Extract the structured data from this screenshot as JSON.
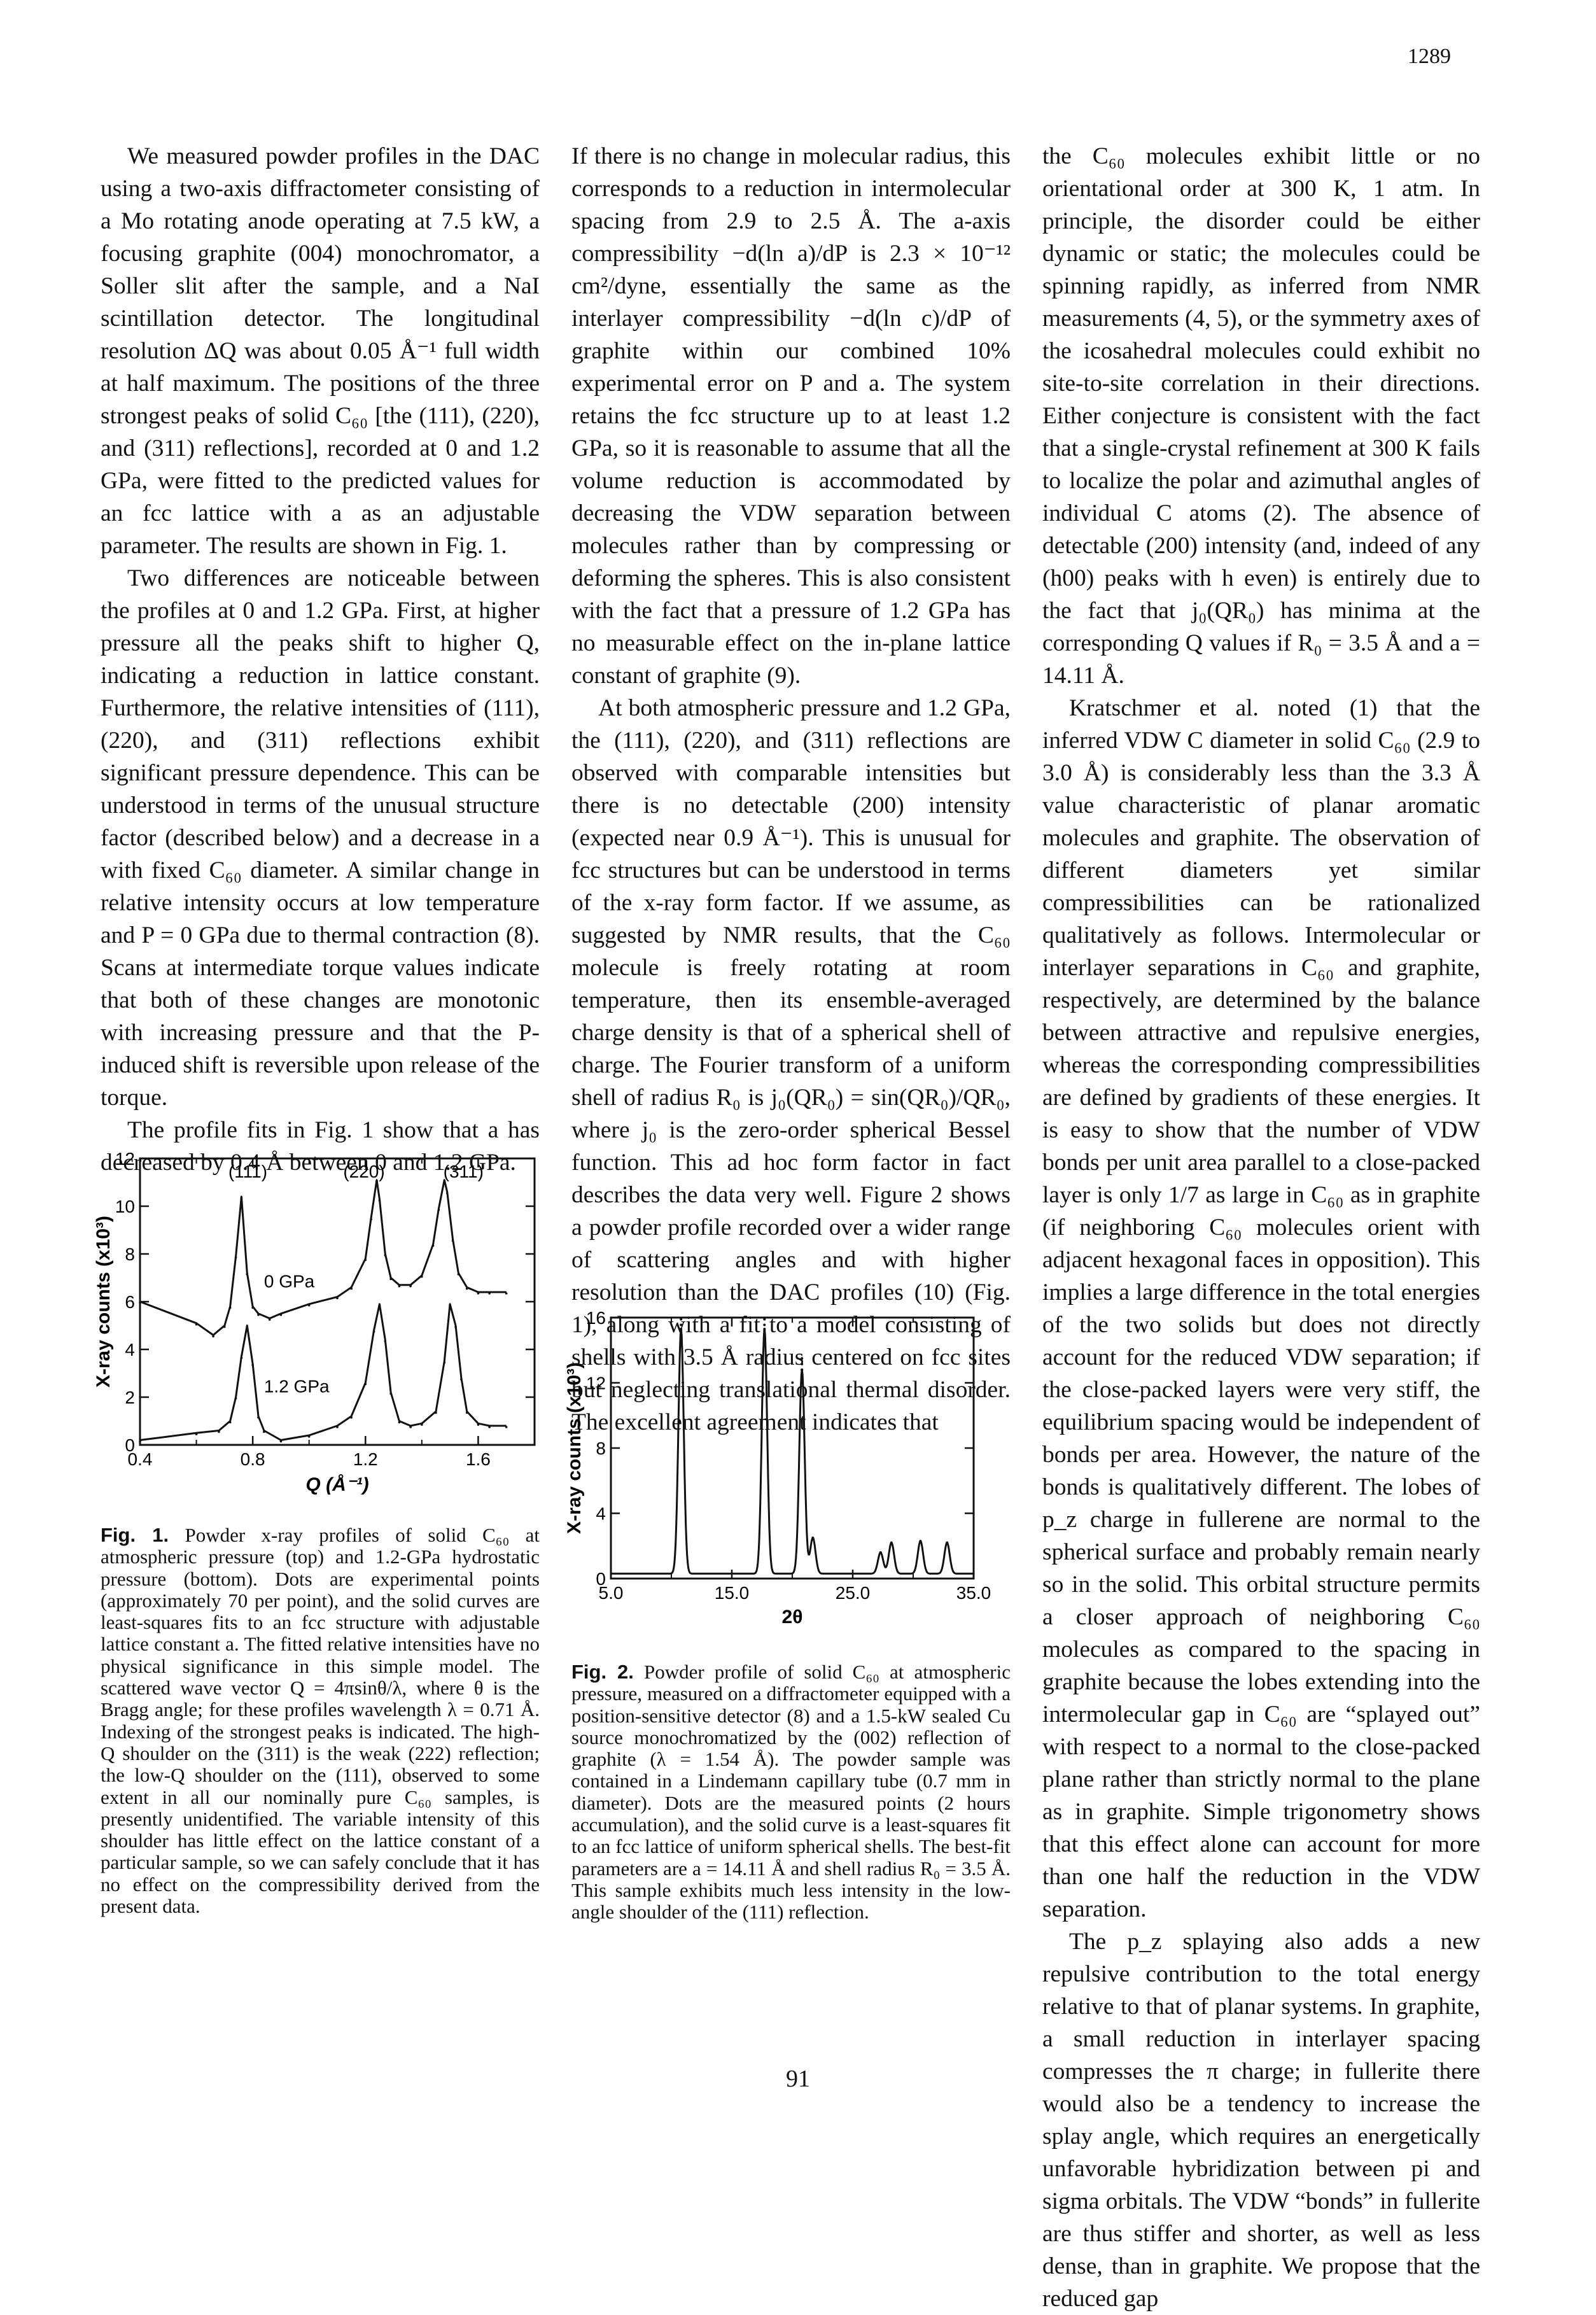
{
  "page_number_top": "1289",
  "page_number_bottom": "91",
  "col1": {
    "paragraphs": [
      "We measured powder profiles in the DAC using a two-axis diffractometer consisting of a Mo rotating anode operating at 7.5 kW, a focusing graphite (004) monochromator, a Soller slit after the sample, and a NaI scintillation detector. The longitudinal resolution ΔQ was about 0.05 Å⁻¹ full width at half maximum. The positions of the three strongest peaks of solid C₆₀ [the (111), (220), and (311) reflections], recorded at 0 and 1.2 GPa, were fitted to the predicted values for an fcc lattice with a as an adjustable parameter. The results are shown in Fig. 1.",
      "Two differences are noticeable between the profiles at 0 and 1.2 GPa. First, at higher pressure all the peaks shift to higher Q, indicating a reduction in lattice constant. Furthermore, the relative intensities of (111), (220), and (311) reflections exhibit significant pressure dependence. This can be understood in terms of the unusual structure factor (described below) and a decrease in a with fixed C₆₀ diameter. A similar change in relative intensity occurs at low temperature and P = 0 GPa due to thermal contraction (8). Scans at intermediate torque values indicate that both of these changes are monotonic with increasing pressure and that the P-induced shift is reversible upon release of the torque.",
      "The profile fits in Fig. 1 show that a has decreased by 0.4 Å between 0 and 1.2 GPa."
    ]
  },
  "col2": {
    "paragraphs": [
      "If there is no change in molecular radius, this corresponds to a reduction in intermolecular spacing from 2.9 to 2.5 Å. The a-axis compressibility −d(ln a)/dP is 2.3 × 10⁻¹² cm²/dyne, essentially the same as the interlayer compressibility −d(ln c)/dP of graphite within our combined 10% experimental error on P and a. The system retains the fcc structure up to at least 1.2 GPa, so it is reasonable to assume that all the volume reduction is accommodated by decreasing the VDW separation between molecules rather than by compressing or deforming the spheres. This is also consistent with the fact that a pressure of 1.2 GPa has no measurable effect on the in-plane lattice constant of graphite (9).",
      "At both atmospheric pressure and 1.2 GPa, the (111), (220), and (311) reflections are observed with comparable intensities but there is no detectable (200) intensity (expected near 0.9 Å⁻¹). This is unusual for fcc structures but can be understood in terms of the x-ray form factor. If we assume, as suggested by NMR results, that the C₆₀ molecule is freely rotating at room temperature, then its ensemble-averaged charge density is that of a spherical shell of charge. The Fourier transform of a uniform shell of radius R₀ is j₀(QR₀) = sin(QR₀)/QR₀, where j₀ is the zero-order spherical Bessel function. This ad hoc form factor in fact describes the data very well. Figure 2 shows a powder profile recorded over a wider range of scattering angles and with higher resolution than the DAC profiles (10) (Fig. 1), along with a fit to a model consisting of shells with 3.5 Å radius centered on fcc sites but neglecting translational thermal disorder. The excellent agreement indicates that"
    ]
  },
  "col3": {
    "paragraphs": [
      "the C₆₀ molecules exhibit little or no orientational order at 300 K, 1 atm. In principle, the disorder could be either dynamic or static; the molecules could be spinning rapidly, as inferred from NMR measurements (4, 5), or the symmetry axes of the icosahedral molecules could exhibit no site-to-site correlation in their directions. Either conjecture is consistent with the fact that a single-crystal refinement at 300 K fails to localize the polar and azimuthal angles of individual C atoms (2). The absence of detectable (200) intensity (and, indeed of any (h00) peaks with h even) is entirely due to the fact that j₀(QR₀) has minima at the corresponding Q values if R₀ = 3.5 Å and a = 14.11 Å.",
      "Kratschmer et al. noted (1) that the inferred VDW C diameter in solid C₆₀ (2.9 to 3.0 Å) is considerably less than the 3.3 Å value characteristic of planar aromatic molecules and graphite. The observation of different diameters yet similar compressibilities can be rationalized qualitatively as follows. Intermolecular or interlayer separations in C₆₀ and graphite, respectively, are determined by the balance between attractive and repulsive energies, whereas the corresponding compressibilities are defined by gradients of these energies. It is easy to show that the number of VDW bonds per unit area parallel to a close-packed layer is only 1/7 as large in C₆₀ as in graphite (if neighboring C₆₀ molecules orient with adjacent hexagonal faces in opposition). This implies a large difference in the total energies of the two solids but does not directly account for the reduced VDW separation; if the close-packed layers were very stiff, the equilibrium spacing would be independent of bonds per area. However, the nature of the bonds is qualitatively different. The lobes of p_z charge in fullerene are normal to the spherical surface and probably remain nearly so in the solid. This orbital structure permits a closer approach of neighboring C₆₀ molecules as compared to the spacing in graphite because the lobes extending into the intermolecular gap in C₆₀ are “splayed out” with respect to a normal to the close-packed plane rather than strictly normal to the plane as in graphite. Simple trigonometry shows that this effect alone can account for more than one half the reduction in the VDW separation.",
      "The p_z splaying also adds a new repulsive contribution to the total energy relative to that of planar systems. In graphite, a small reduction in interlayer spacing compresses the π charge; in fullerite there would also be a tendency to increase the splay angle, which requires an energetically unfavorable hybridization between pi and sigma orbitals. The VDW “bonds” in fullerite are thus stiffer and shorter, as well as less dense, than in graphite. We propose that the reduced gap"
    ]
  },
  "fig1": {
    "label": "Fig. 1.",
    "caption": " Powder x-ray profiles of solid C₆₀ at atmospheric pressure (top) and 1.2-GPa hydrostatic pressure (bottom). Dots are experimental points (approximately 70 per point), and the solid curves are least-squares fits to an fcc structure with adjustable lattice constant a. The fitted relative intensities have no physical significance in this simple model. The scattered wave vector Q = 4πsinθ/λ, where θ is the Bragg angle; for these profiles wavelength λ = 0.71 Å. Indexing of the strongest peaks is indicated. The high-Q shoulder on the (311) is the weak (222) reflection; the low-Q shoulder on the (111), observed to some extent in all our nominally pure C₆₀ samples, is presently unidentified. The variable intensity of this shoulder has little effect on the lattice constant of a particular sample, so we can safely conclude that it has no effect on the compressibility derived from the present data.",
    "chart_data": {
      "type": "line",
      "xlabel": "Q (Å⁻¹)",
      "ylabel": "X-ray counts (x10³)",
      "xlim": [
        0.4,
        1.8
      ],
      "ylim": [
        0,
        12
      ],
      "xticks": [
        "0.4",
        "0.8",
        "1.2",
        "1.6"
      ],
      "yticks": [
        "0",
        "2",
        "4",
        "6",
        "8",
        "10",
        "12"
      ],
      "peak_labels": [
        "(111)",
        "(220)",
        "(311)"
      ],
      "series": [
        {
          "name": "0 GPa",
          "x": [
            0.4,
            0.6,
            0.66,
            0.7,
            0.72,
            0.74,
            0.76,
            0.78,
            0.8,
            0.82,
            0.86,
            0.9,
            1.0,
            1.1,
            1.15,
            1.2,
            1.22,
            1.24,
            1.25,
            1.27,
            1.29,
            1.32,
            1.36,
            1.4,
            1.44,
            1.46,
            1.48,
            1.49,
            1.51,
            1.53,
            1.56,
            1.6,
            1.64,
            1.7
          ],
          "values": [
            6.0,
            5.1,
            4.6,
            5.0,
            5.8,
            7.9,
            10.4,
            7.2,
            5.8,
            5.5,
            5.3,
            5.5,
            5.9,
            6.2,
            6.6,
            7.8,
            9.5,
            11.1,
            10.3,
            8.0,
            7.0,
            6.7,
            6.7,
            7.1,
            8.4,
            9.9,
            11.1,
            10.6,
            8.6,
            7.2,
            6.6,
            6.4,
            6.4,
            6.4
          ]
        },
        {
          "name": "1.2 GPa",
          "x": [
            0.4,
            0.6,
            0.68,
            0.72,
            0.74,
            0.76,
            0.78,
            0.8,
            0.82,
            0.84,
            0.9,
            1.0,
            1.1,
            1.15,
            1.2,
            1.23,
            1.25,
            1.27,
            1.29,
            1.32,
            1.36,
            1.4,
            1.45,
            1.48,
            1.5,
            1.52,
            1.54,
            1.56,
            1.6,
            1.64,
            1.7
          ],
          "values": [
            0.2,
            0.5,
            0.6,
            1.0,
            2.0,
            3.7,
            5.0,
            3.4,
            1.2,
            0.6,
            0.2,
            0.4,
            0.8,
            1.2,
            2.6,
            4.8,
            5.9,
            4.4,
            2.2,
            1.0,
            0.8,
            0.9,
            1.4,
            3.5,
            5.9,
            5.0,
            2.8,
            1.4,
            0.9,
            0.8,
            0.8
          ]
        }
      ]
    }
  },
  "fig2": {
    "label": "Fig. 2.",
    "caption": " Powder profile of solid C₆₀ at atmospheric pressure, measured on a diffractometer equipped with a position-sensitive detector (8) and a 1.5-kW sealed Cu source monochromatized by the (002) reflection of graphite (λ = 1.54 Å). The powder sample was contained in a Lindemann capillary tube (0.7 mm in diameter). Dots are the measured points (2 hours accumulation), and the solid curve is a least-squares fit to an fcc lattice of uniform spherical shells. The best-fit parameters are a = 14.11 Å and shell radius R₀ = 3.5 Å. This sample exhibits much less intensity in the low-angle shoulder of the (111) reflection.",
    "chart_data": {
      "type": "line",
      "xlabel": "2θ",
      "ylabel": "X-ray counts (x10³)",
      "xlim": [
        5.0,
        35.0
      ],
      "ylim": [
        0,
        16
      ],
      "xticks": [
        "5.0",
        "15.0",
        "25.0",
        "35.0"
      ],
      "yticks": [
        "0",
        "4",
        "8",
        "12",
        "16"
      ],
      "series": [
        {
          "name": "",
          "peaks": [
            {
              "x": 10.8,
              "height": 15.0
            },
            {
              "x": 17.7,
              "height": 15.0
            },
            {
              "x": 20.8,
              "height": 12.5
            },
            {
              "x": 21.7,
              "height": 2.2
            },
            {
              "x": 27.3,
              "height": 1.3
            },
            {
              "x": 28.2,
              "height": 1.9
            },
            {
              "x": 30.6,
              "height": 2.0
            },
            {
              "x": 32.8,
              "height": 1.9
            }
          ],
          "baseline": 0.3
        }
      ]
    }
  }
}
